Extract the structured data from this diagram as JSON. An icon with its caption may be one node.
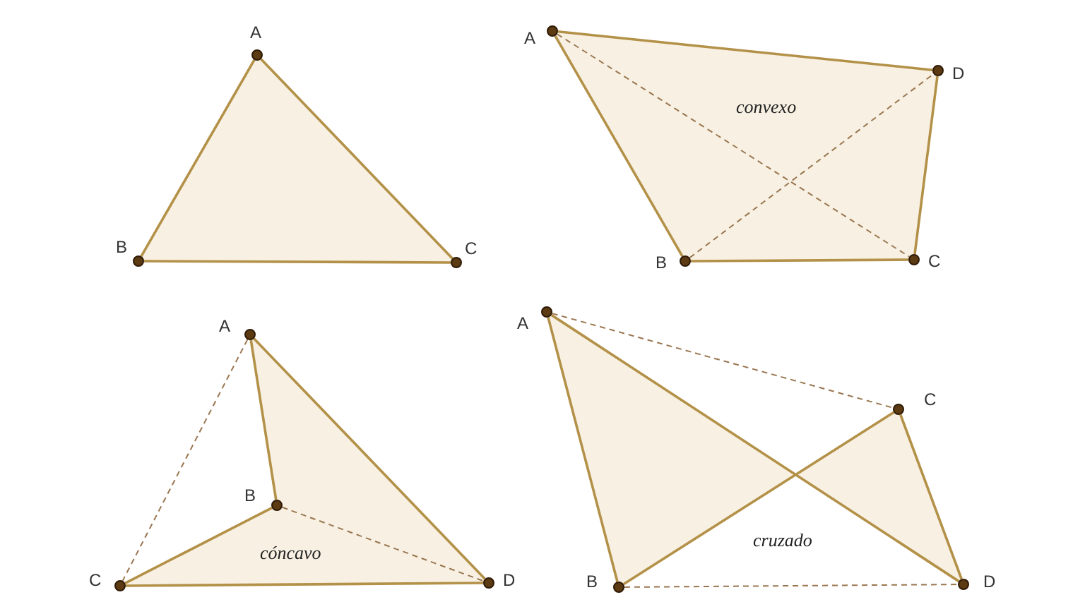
{
  "diagram": {
    "nodes": [
      {
        "text": [
          "A"
        ]
      },
      {
        "text": [
          "B"
        ]
      },
      {
        "text": [
          "C"
        ]
      },
      {
        "text": [
          "A"
        ]
      },
      {
        "text": [
          "D"
        ]
      },
      {
        "text": [
          "B"
        ]
      },
      {
        "text": [
          "C"
        ]
      },
      {
        "text": [
          "A"
        ]
      },
      {
        "text": [
          "B"
        ]
      },
      {
        "text": [
          "C"
        ]
      },
      {
        "text": [
          "D"
        ]
      },
      {
        "text": [
          "A"
        ]
      },
      {
        "text": [
          "C"
        ]
      },
      {
        "text": [
          "B"
        ]
      },
      {
        "text": [
          "D"
        ]
      }
    ],
    "edges": [
      {
        "from": 0,
        "to": 1,
        "arrow": "none"
      },
      {
        "from": 1,
        "to": 2,
        "arrow": "none"
      },
      {
        "from": 2,
        "to": 0,
        "arrow": "none"
      },
      {
        "from": 3,
        "to": 4,
        "arrow": "none"
      },
      {
        "from": 4,
        "to": 6,
        "arrow": "none"
      },
      {
        "from": 6,
        "to": 5,
        "arrow": "none"
      },
      {
        "from": 5,
        "to": 3,
        "arrow": "none"
      },
      {
        "from": 3,
        "to": 6,
        "arrow": "none",
        "style": "dashed"
      },
      {
        "from": 5,
        "to": 4,
        "arrow": "none",
        "style": "dashed"
      },
      {
        "from": 7,
        "to": 8,
        "arrow": "none"
      },
      {
        "from": 8,
        "to": 9,
        "arrow": "none"
      },
      {
        "from": 9,
        "to": 10,
        "arrow": "none"
      },
      {
        "from": 10,
        "to": 7,
        "arrow": "none"
      },
      {
        "from": 7,
        "to": 9,
        "arrow": "none",
        "style": "dashed"
      },
      {
        "from": 8,
        "to": 10,
        "arrow": "none",
        "style": "dashed"
      },
      {
        "from": 11,
        "to": 13,
        "arrow": "none"
      },
      {
        "from": 13,
        "to": 12,
        "arrow": "none"
      },
      {
        "from": 12,
        "to": 14,
        "arrow": "none"
      },
      {
        "from": 14,
        "to": 11,
        "arrow": "none"
      },
      {
        "from": 11,
        "to": 12,
        "arrow": "none",
        "style": "dashed"
      },
      {
        "from": 13,
        "to": 14,
        "arrow": "none",
        "style": "dashed"
      }
    ],
    "labels": [
      "convexo",
      "cóncavo",
      "cruzado"
    ]
  }
}
